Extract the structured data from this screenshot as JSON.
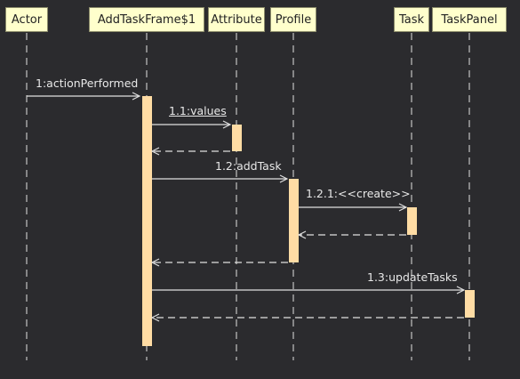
{
  "diagram": {
    "colors": {
      "background": "#2b2b2e",
      "participant_fill": "#ffffcc",
      "activation_fill": "#ffdca4",
      "line": "#e0e0e0"
    },
    "participants": [
      {
        "id": "actor",
        "label": "Actor"
      },
      {
        "id": "addtaskframe",
        "label": "AddTaskFrame$1"
      },
      {
        "id": "attribute",
        "label": "Attribute"
      },
      {
        "id": "profile",
        "label": "Profile"
      },
      {
        "id": "task",
        "label": "Task"
      },
      {
        "id": "taskpanel",
        "label": "TaskPanel"
      }
    ],
    "messages": [
      {
        "id": "m1",
        "label": "1:actionPerformed",
        "from": "actor",
        "to": "addtaskframe",
        "kind": "call"
      },
      {
        "id": "m11",
        "label": "1.1:values",
        "from": "addtaskframe",
        "to": "attribute",
        "kind": "call"
      },
      {
        "id": "r11",
        "label": "",
        "from": "attribute",
        "to": "addtaskframe",
        "kind": "return"
      },
      {
        "id": "m12",
        "label": "1.2:addTask",
        "from": "addtaskframe",
        "to": "profile",
        "kind": "call"
      },
      {
        "id": "m121",
        "label": "1.2.1:<<create>>",
        "from": "profile",
        "to": "task",
        "kind": "call"
      },
      {
        "id": "r121",
        "label": "",
        "from": "task",
        "to": "profile",
        "kind": "return"
      },
      {
        "id": "r12",
        "label": "",
        "from": "profile",
        "to": "addtaskframe",
        "kind": "return"
      },
      {
        "id": "m13",
        "label": "1.3:updateTasks",
        "from": "addtaskframe",
        "to": "taskpanel",
        "kind": "call"
      },
      {
        "id": "r13",
        "label": "",
        "from": "taskpanel",
        "to": "addtaskframe",
        "kind": "return"
      }
    ]
  }
}
